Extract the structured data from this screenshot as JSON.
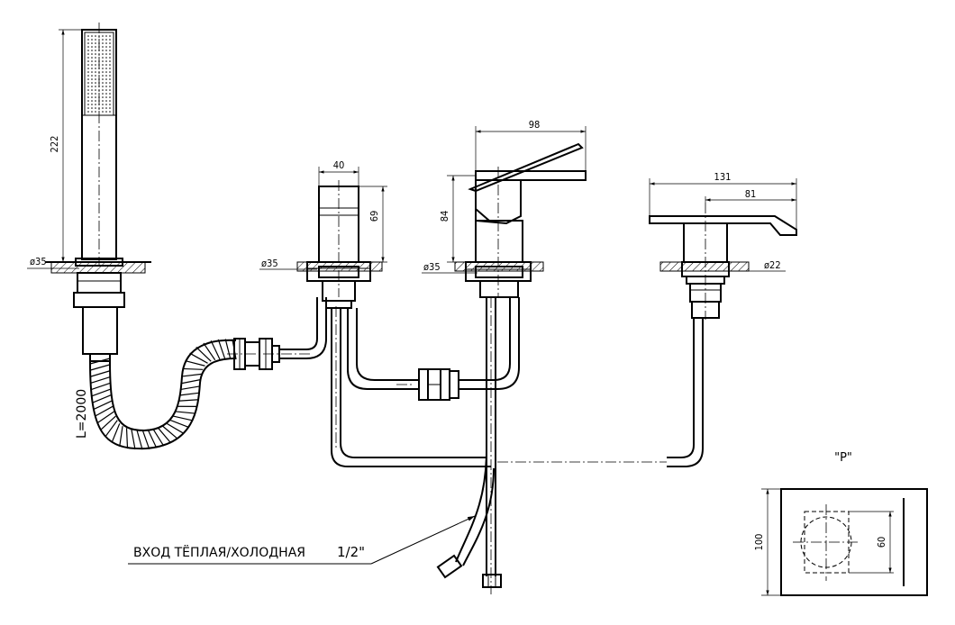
{
  "dimensions": {
    "handshower_length": "222",
    "handshower_hole": "ø35",
    "hose_length": "L=2000",
    "diverter_width": "40",
    "diverter_height": "69",
    "diverter_hole": "ø35",
    "mixer_width": "98",
    "mixer_height": "84",
    "mixer_hole": "ø35",
    "spout_total": "131",
    "spout_reach": "81",
    "spout_hole": "ø22"
  },
  "inlet_label": "ВХОД  ТЁПЛАЯ/ХОЛОДНАЯ",
  "inlet_size": "1/2\"",
  "detail": {
    "title": "\"P\"",
    "outer_size": "100",
    "inner_size": "60"
  }
}
